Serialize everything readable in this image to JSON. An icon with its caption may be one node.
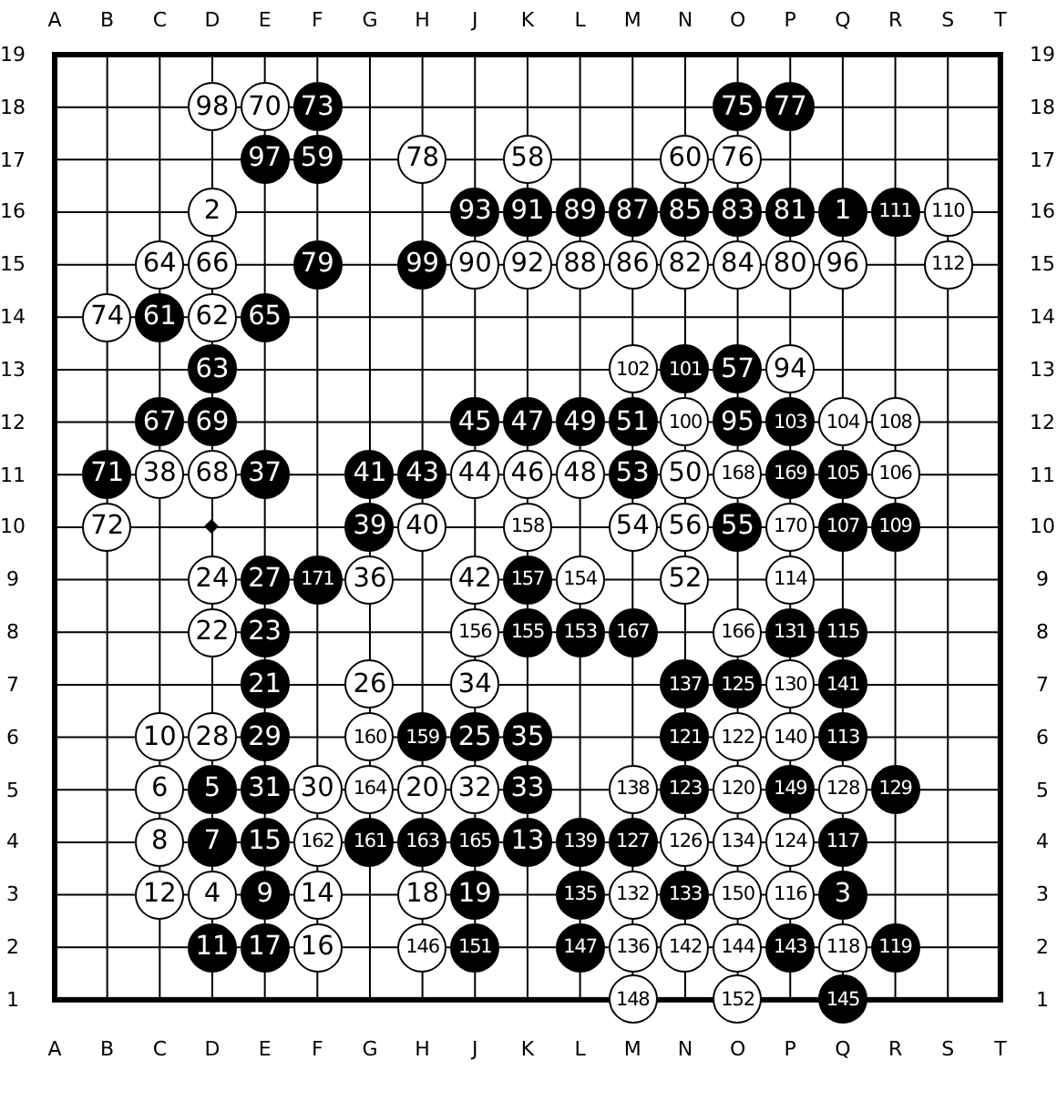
{
  "diagram": {
    "nodes": [
      {
        "text": [
          "98"
        ]
      },
      {
        "text": [
          "70"
        ]
      },
      {
        "text": [
          "73"
        ]
      },
      {
        "text": [
          "75"
        ]
      },
      {
        "text": [
          "77"
        ]
      },
      {
        "text": [
          "97"
        ]
      },
      {
        "text": [
          "59"
        ]
      },
      {
        "text": [
          "78"
        ]
      },
      {
        "text": [
          "58"
        ]
      },
      {
        "text": [
          "60"
        ]
      },
      {
        "text": [
          "76"
        ]
      },
      {
        "text": [
          "2"
        ]
      },
      {
        "text": [
          "93"
        ]
      },
      {
        "text": [
          "91"
        ]
      },
      {
        "text": [
          "89"
        ]
      },
      {
        "text": [
          "87"
        ]
      },
      {
        "text": [
          "85"
        ]
      },
      {
        "text": [
          "83"
        ]
      },
      {
        "text": [
          "81"
        ]
      },
      {
        "text": [
          "1"
        ]
      },
      {
        "text": [
          "111"
        ]
      },
      {
        "text": [
          "110"
        ]
      },
      {
        "text": [
          "64"
        ]
      },
      {
        "text": [
          "66"
        ]
      },
      {
        "text": [
          "79"
        ]
      },
      {
        "text": [
          "99"
        ]
      },
      {
        "text": [
          "90"
        ]
      },
      {
        "text": [
          "92"
        ]
      },
      {
        "text": [
          "88"
        ]
      },
      {
        "text": [
          "86"
        ]
      },
      {
        "text": [
          "82"
        ]
      },
      {
        "text": [
          "84"
        ]
      },
      {
        "text": [
          "80"
        ]
      },
      {
        "text": [
          "96"
        ]
      },
      {
        "text": [
          "112"
        ]
      },
      {
        "text": [
          "74"
        ]
      },
      {
        "text": [
          "61"
        ]
      },
      {
        "text": [
          "62"
        ]
      },
      {
        "text": [
          "65"
        ]
      },
      {
        "text": [
          "63"
        ]
      },
      {
        "text": [
          "102"
        ]
      },
      {
        "text": [
          "101"
        ]
      },
      {
        "text": [
          "57"
        ]
      },
      {
        "text": [
          "94"
        ]
      },
      {
        "text": [
          "67"
        ]
      },
      {
        "text": [
          "69"
        ]
      },
      {
        "text": [
          "45"
        ]
      },
      {
        "text": [
          "47"
        ]
      },
      {
        "text": [
          "49"
        ]
      },
      {
        "text": [
          "51"
        ]
      },
      {
        "text": [
          "100"
        ]
      },
      {
        "text": [
          "95"
        ]
      },
      {
        "text": [
          "103"
        ]
      },
      {
        "text": [
          "104"
        ]
      },
      {
        "text": [
          "108"
        ]
      },
      {
        "text": [
          "71"
        ]
      },
      {
        "text": [
          "38"
        ]
      },
      {
        "text": [
          "68"
        ]
      },
      {
        "text": [
          "37"
        ]
      },
      {
        "text": [
          "41"
        ]
      },
      {
        "text": [
          "43"
        ]
      },
      {
        "text": [
          "44"
        ]
      },
      {
        "text": [
          "46"
        ]
      },
      {
        "text": [
          "48"
        ]
      },
      {
        "text": [
          "53"
        ]
      },
      {
        "text": [
          "50"
        ]
      },
      {
        "text": [
          "168"
        ]
      },
      {
        "text": [
          "169"
        ]
      },
      {
        "text": [
          "105"
        ]
      },
      {
        "text": [
          "106"
        ]
      },
      {
        "text": [
          "72"
        ]
      },
      {
        "text": [
          "39"
        ]
      },
      {
        "text": [
          "40"
        ]
      },
      {
        "text": [
          "158"
        ]
      },
      {
        "text": [
          "54"
        ]
      },
      {
        "text": [
          "56"
        ]
      },
      {
        "text": [
          "55"
        ]
      },
      {
        "text": [
          "170"
        ]
      },
      {
        "text": [
          "107"
        ]
      },
      {
        "text": [
          "109"
        ]
      },
      {
        "text": [
          "24"
        ]
      },
      {
        "text": [
          "27"
        ]
      },
      {
        "text": [
          "171"
        ]
      },
      {
        "text": [
          "36"
        ]
      },
      {
        "text": [
          "42"
        ]
      },
      {
        "text": [
          "157"
        ]
      },
      {
        "text": [
          "154"
        ]
      },
      {
        "text": [
          "52"
        ]
      },
      {
        "text": [
          "114"
        ]
      },
      {
        "text": [
          "22"
        ]
      },
      {
        "text": [
          "23"
        ]
      },
      {
        "text": [
          "156"
        ]
      },
      {
        "text": [
          "155"
        ]
      },
      {
        "text": [
          "153"
        ]
      },
      {
        "text": [
          "167"
        ]
      },
      {
        "text": [
          "166"
        ]
      },
      {
        "text": [
          "131"
        ]
      },
      {
        "text": [
          "115"
        ]
      },
      {
        "text": [
          "21"
        ]
      },
      {
        "text": [
          "26"
        ]
      },
      {
        "text": [
          "34"
        ]
      },
      {
        "text": [
          "137"
        ]
      },
      {
        "text": [
          "125"
        ]
      },
      {
        "text": [
          "130"
        ]
      },
      {
        "text": [
          "141"
        ]
      },
      {
        "text": [
          "10"
        ]
      },
      {
        "text": [
          "28"
        ]
      },
      {
        "text": [
          "29"
        ]
      },
      {
        "text": [
          "160"
        ]
      },
      {
        "text": [
          "159"
        ]
      },
      {
        "text": [
          "25"
        ]
      },
      {
        "text": [
          "35"
        ]
      },
      {
        "text": [
          "121"
        ]
      },
      {
        "text": [
          "122"
        ]
      },
      {
        "text": [
          "140"
        ]
      },
      {
        "text": [
          "113"
        ]
      },
      {
        "text": [
          "6"
        ]
      },
      {
        "text": [
          "5"
        ]
      },
      {
        "text": [
          "31"
        ]
      },
      {
        "text": [
          "30"
        ]
      },
      {
        "text": [
          "164"
        ]
      },
      {
        "text": [
          "20"
        ]
      },
      {
        "text": [
          "32"
        ]
      },
      {
        "text": [
          "33"
        ]
      },
      {
        "text": [
          "138"
        ]
      },
      {
        "text": [
          "123"
        ]
      },
      {
        "text": [
          "120"
        ]
      },
      {
        "text": [
          "149"
        ]
      },
      {
        "text": [
          "128"
        ]
      },
      {
        "text": [
          "129"
        ]
      },
      {
        "text": [
          "8"
        ]
      },
      {
        "text": [
          "7"
        ]
      },
      {
        "text": [
          "15"
        ]
      },
      {
        "text": [
          "162"
        ]
      },
      {
        "text": [
          "161"
        ]
      },
      {
        "text": [
          "163"
        ]
      },
      {
        "text": [
          "165"
        ]
      },
      {
        "text": [
          "13"
        ]
      },
      {
        "text": [
          "139"
        ]
      },
      {
        "text": [
          "127"
        ]
      },
      {
        "text": [
          "126"
        ]
      },
      {
        "text": [
          "134"
        ]
      },
      {
        "text": [
          "124"
        ]
      },
      {
        "text": [
          "117"
        ]
      },
      {
        "text": [
          "12"
        ]
      },
      {
        "text": [
          "4"
        ]
      },
      {
        "text": [
          "9"
        ]
      },
      {
        "text": [
          "14"
        ]
      },
      {
        "text": [
          "18"
        ]
      },
      {
        "text": [
          "19"
        ]
      },
      {
        "text": [
          "135"
        ]
      },
      {
        "text": [
          "132"
        ]
      },
      {
        "text": [
          "133"
        ]
      },
      {
        "text": [
          "150"
        ]
      },
      {
        "text": [
          "116"
        ]
      },
      {
        "text": [
          "3"
        ]
      },
      {
        "text": [
          "11"
        ]
      },
      {
        "text": [
          "17"
        ]
      },
      {
        "text": [
          "16"
        ]
      },
      {
        "text": [
          "146"
        ]
      },
      {
        "text": [
          "151"
        ]
      },
      {
        "text": [
          "147"
        ]
      },
      {
        "text": [
          "136"
        ]
      },
      {
        "text": [
          "142"
        ]
      },
      {
        "text": [
          "144"
        ]
      },
      {
        "text": [
          "143"
        ]
      },
      {
        "text": [
          "118"
        ]
      },
      {
        "text": [
          "119"
        ]
      },
      {
        "text": [
          "148"
        ]
      },
      {
        "text": [
          "152"
        ]
      },
      {
        "text": [
          "145"
        ]
      }
    ],
    "labels": [
      "A",
      "B",
      "C",
      "D",
      "E",
      "F",
      "G",
      "H",
      "J",
      "K",
      "L",
      "M",
      "N",
      "O",
      "P",
      "Q",
      "R",
      "S",
      "T",
      "19",
      "19",
      "18",
      "18",
      "17",
      "17",
      "16",
      "16",
      "15",
      "15",
      "14",
      "14",
      "13",
      "13",
      "12",
      "12",
      "11",
      "11",
      "10",
      "10",
      "9",
      "9",
      "8",
      "8",
      "7",
      "7",
      "6",
      "6",
      "5",
      "5",
      "4",
      "4",
      "3",
      "3",
      "2",
      "2",
      "1",
      "1",
      "A",
      "B",
      "C",
      "D",
      "E",
      "F",
      "G",
      "H",
      "J",
      "K",
      "L",
      "M",
      "N",
      "O",
      "P",
      "Q",
      "R",
      "S",
      "T"
    ]
  }
}
